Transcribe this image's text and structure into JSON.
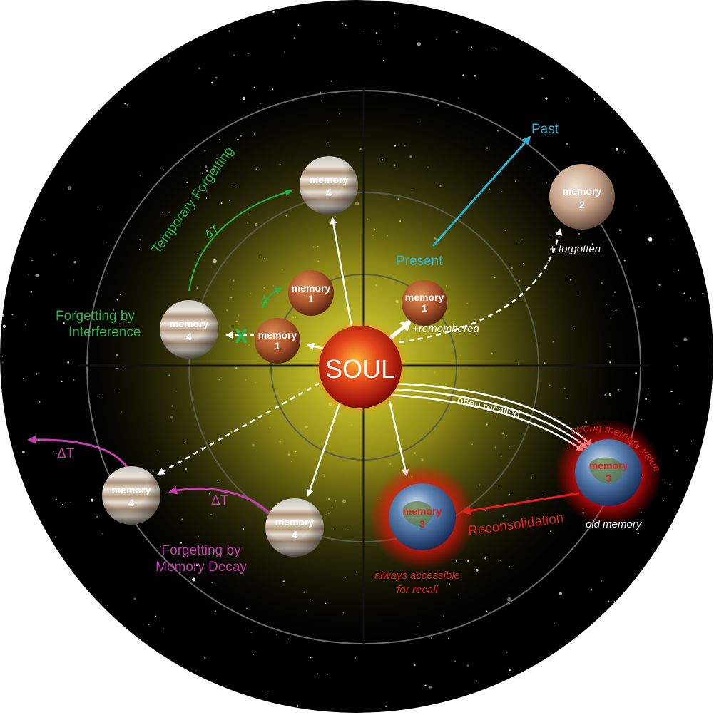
{
  "center": "SOUL",
  "memory_labels": {
    "word": "memory",
    "m1": "1",
    "m2": "2",
    "m3": "3",
    "m4": "4"
  },
  "labels": {
    "past": "Past",
    "present": "Present",
    "temporary_forgetting": "Temporary Forgetting",
    "delta_t": "ΔT",
    "forgetting_interference_1": "Forgetting by",
    "forgetting_interference_2": "Interference",
    "forgotten": "+ forgotten",
    "remembered": "+remembered",
    "often_recalled": "often recalled",
    "strong_memory_value": "strong memory value",
    "reconsolidation": "Reconsolidation",
    "old_memory": "old memory",
    "always_accessible_1": "always accessible",
    "always_accessible_2": "for recall",
    "forgetting_decay_1": "Forgetting by",
    "forgetting_decay_2": "Memory Decay"
  },
  "colors": {
    "green": "#2bb34a",
    "cyan": "#29b6d6",
    "magenta": "#c63fae",
    "red": "#e0201e",
    "white": "#ffffff",
    "space": "#000000",
    "glow": "#d8d21e"
  },
  "icons": {
    "interference_block": "x-mark-icon",
    "soul": "sun-icon",
    "memory_1": "mars-icon",
    "memory_2": "pluto-icon",
    "memory_3": "earth-icon",
    "memory_4": "jupiter-icon"
  }
}
